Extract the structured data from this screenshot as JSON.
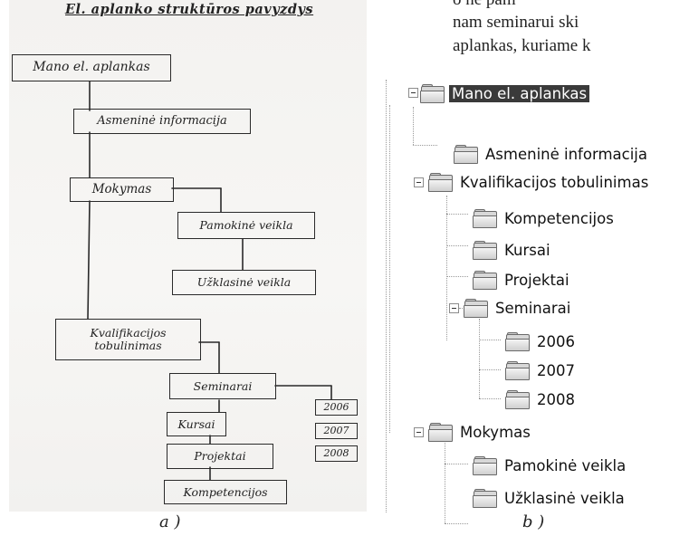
{
  "sketch": {
    "title": "El. aplanko struktūros pavyzdys",
    "nodes": {
      "root": "Mano el. aplankas",
      "personal": "Asmeninė informacija",
      "teaching": "Mokymas",
      "lesson": "Pamokinė veikla",
      "extra": "Užklasinė veikla",
      "qualification": "Kvalifikacijos tobulinimas",
      "seminars": "Seminarai",
      "courses": "Kursai",
      "projects": "Projektai",
      "competences": "Kompetencijos",
      "y2006": "2006",
      "y2007": "2007",
      "y2008": "2008"
    },
    "caption": "a )"
  },
  "fragment": {
    "line1": "o ne                  pam",
    "line2": "nam seminarui ski",
    "line3": "aplankas, kuriame k"
  },
  "tree": {
    "items": [
      {
        "label": "Mano el. aplankas"
      },
      {
        "label": "Asmeninė informacija"
      },
      {
        "label": "Kvalifikacijos tobulinimas"
      },
      {
        "label": "Kompetencijos"
      },
      {
        "label": "Kursai"
      },
      {
        "label": "Projektai"
      },
      {
        "label": "Seminarai"
      },
      {
        "label": "2006"
      },
      {
        "label": "2007"
      },
      {
        "label": "2008"
      },
      {
        "label": "Mokymas"
      },
      {
        "label": "Pamokinė veikla"
      },
      {
        "label": "Užklasinė veikla"
      }
    ],
    "caption": "b )"
  }
}
